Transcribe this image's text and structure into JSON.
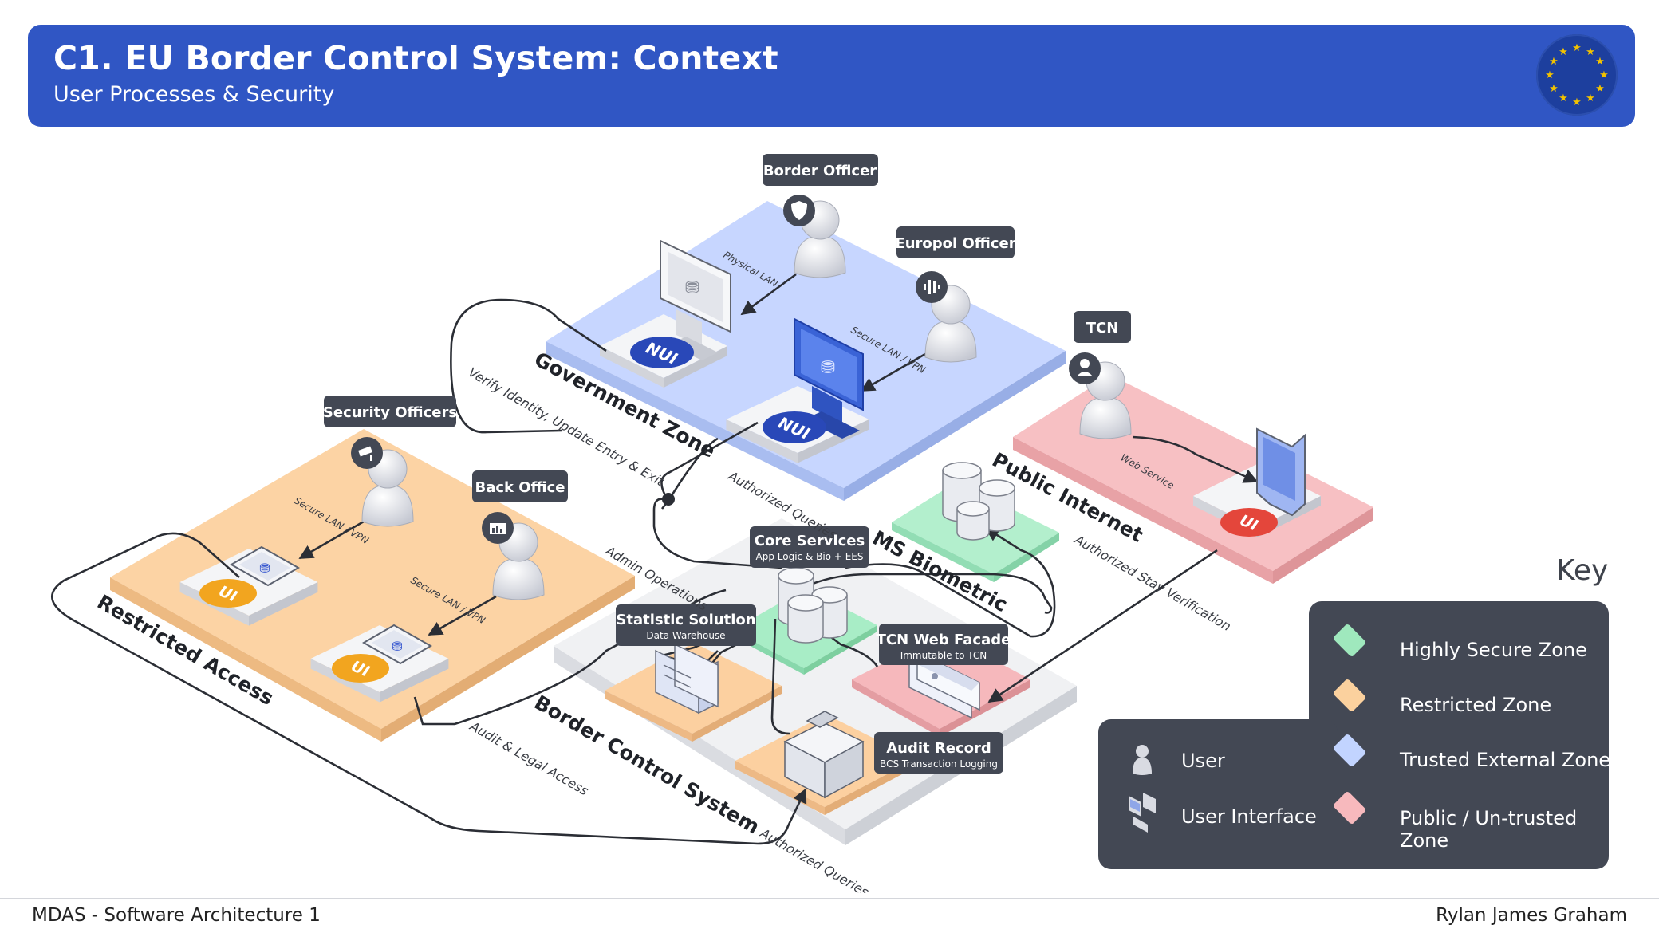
{
  "header": {
    "title": "C1. EU Border Control System: Context",
    "subtitle": "User Processes & Security"
  },
  "zones": {
    "government": "Government Zone",
    "public_internet": "Public Internet",
    "restricted_access": "Restricted Access",
    "ms_biometric": "MS Biometric",
    "border_control": "Border Control System"
  },
  "actors": {
    "border_officer": "Border Officer",
    "europol_officer": "Europol Officer",
    "tcn": "TCN",
    "security_officers": "Security Officers",
    "back_office": "Back Office"
  },
  "components": {
    "core_services": {
      "title": "Core Services",
      "sub": "App Logic & Bio + EES"
    },
    "statistic_solution": {
      "title": "Statistic Solution",
      "sub": "Data Warehouse"
    },
    "tcn_web_facade": {
      "title": "TCN Web Facade",
      "sub": "Immutable to TCN"
    },
    "audit_record": {
      "title": "Audit Record",
      "sub": "BCS Transaction Logging"
    }
  },
  "ui_badges": {
    "nui": "NUI",
    "ui": "UI"
  },
  "connection_labels": {
    "physical_lan": "Physical LAN",
    "secure_lan_vpn": "Secure LAN / VPN",
    "verify_identity": "Verify Identity, Update Entry & Exit",
    "authorized_queries": "Authorized Queries",
    "web_service": "Web Service",
    "authorized_stay": "Authorized Stay Verification",
    "admin_operations": "Admin Operations",
    "audit_legal": "Audit & Legal Access",
    "authorized_queries_2": "Authorized Queries"
  },
  "key": {
    "heading": "Key",
    "zones": [
      {
        "label": "Highly Secure Zone",
        "color": "#9fe8bd"
      },
      {
        "label": "Restricted Zone",
        "color": "#fbd19e"
      },
      {
        "label": "Trusted External Zone",
        "color": "#c2d4ff"
      },
      {
        "label": "Public / Un-trusted Zone",
        "color": "#f7b9bd"
      }
    ],
    "user": "User",
    "user_interface": "User Interface"
  },
  "colors": {
    "header": "#3056c4",
    "highly_secure": "#9fe8bd",
    "restricted": "#fbd19e",
    "trusted_external": "#c2d4ff",
    "public": "#f7b9bd",
    "callout": "#434854",
    "nui_badge": "#2948b8",
    "ui_badge": "#f2a51f",
    "public_ui_badge": "#e4463b"
  },
  "footer": {
    "left": "MDAS - Software Architecture 1",
    "right": "Rylan James Graham"
  }
}
